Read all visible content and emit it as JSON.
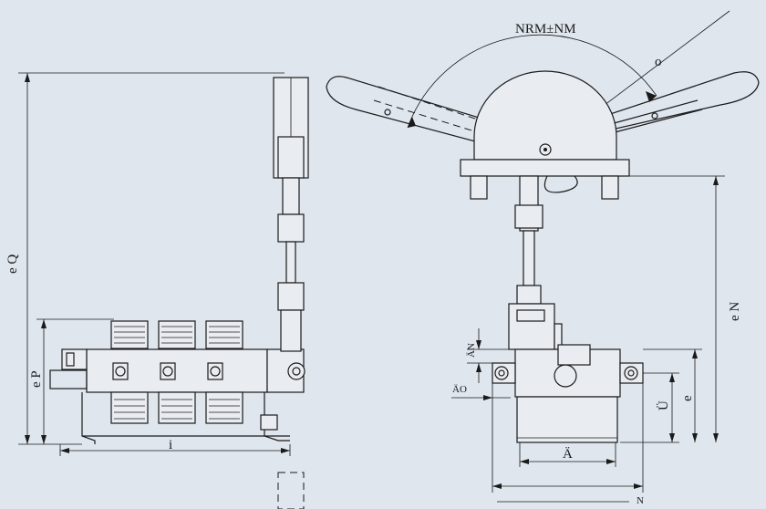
{
  "labels": {
    "angle": "NRM±NM",
    "radius": "o",
    "total_height": "e Q",
    "base_height": "e P",
    "width_i": "i",
    "right_height": "e N",
    "dim_e": "e",
    "dim_u": "Ü",
    "dim_a": "Ä",
    "dim_an": "ÄN",
    "dim_ao": "ÄO",
    "bottom_n": "N"
  },
  "colors": {
    "background": "#dfe6ee",
    "line": "#1a1a1a",
    "part_fill": "#e9edf2"
  }
}
